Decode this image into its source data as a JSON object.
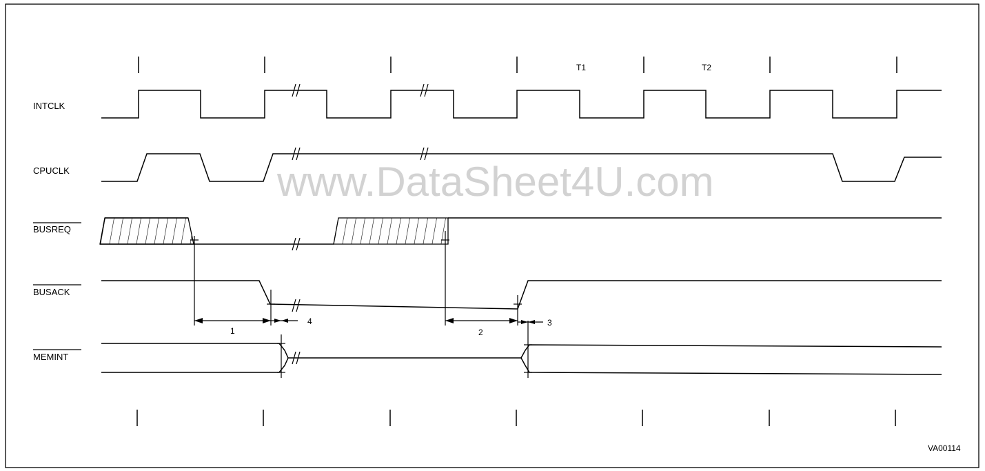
{
  "diagram": {
    "signals": {
      "intclk": "INTCLK",
      "cpuclk": "CPUCLK",
      "busreq": "BUSREQ",
      "busack": "BUSACK",
      "memint": "MEMINT"
    },
    "states": {
      "t1": "T1",
      "t2": "T2"
    },
    "timing": {
      "n1": "1",
      "n2": "2",
      "n3": "3",
      "n4": "4"
    },
    "figure_id": "VA00114",
    "watermark": "www.DataSheet4U.com"
  }
}
